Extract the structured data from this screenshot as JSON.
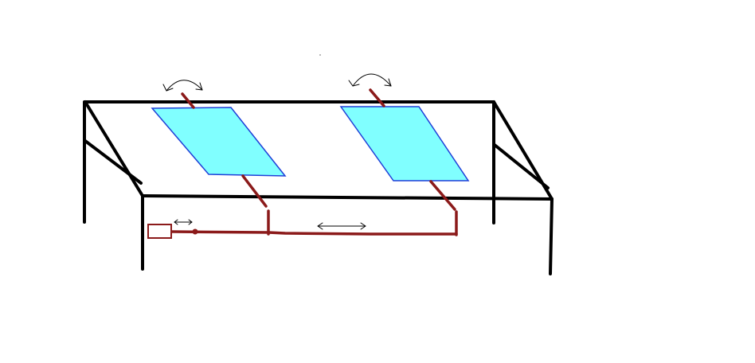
{
  "diagram": {
    "background": "#ffffff",
    "frame_color": "#000000",
    "linkage_color": "#8b1a1a",
    "panel_fill": "#80ffff",
    "panel_stroke": "#1f3fd8",
    "arrow_color": "#000000",
    "components": [
      "frame",
      "solar-panel-left",
      "solar-panel-right",
      "tilt-arrow-left",
      "tilt-arrow-right",
      "push-rod",
      "actuator",
      "slide-arrow"
    ]
  }
}
